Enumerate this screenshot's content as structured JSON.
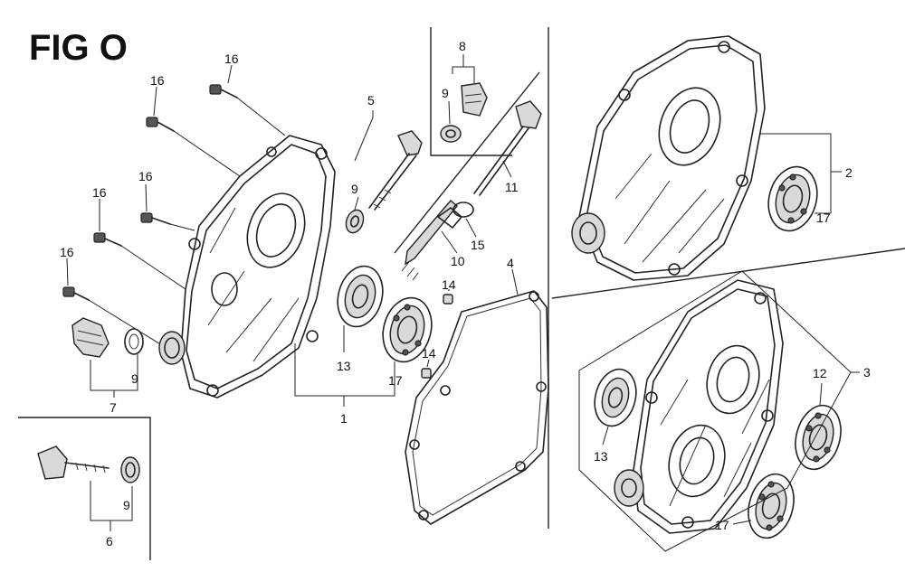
{
  "figure": {
    "title": "FIG O"
  },
  "callouts": {
    "c1": "1",
    "c2": "2",
    "c3": "3",
    "c4": "4",
    "c5": "5",
    "c6": "6",
    "c7": "7",
    "c8": "8",
    "c9a": "9",
    "c9b": "9",
    "c9c": "9",
    "c9d": "9",
    "c10": "10",
    "c11": "11",
    "c12": "12",
    "c13a": "13",
    "c13b": "13",
    "c14a": "14",
    "c14b": "14",
    "c15": "15",
    "c16a": "16",
    "c16b": "16",
    "c16c": "16",
    "c16d": "16",
    "c16e": "16",
    "c17a": "17",
    "c17b": "17",
    "c17c": "17"
  }
}
